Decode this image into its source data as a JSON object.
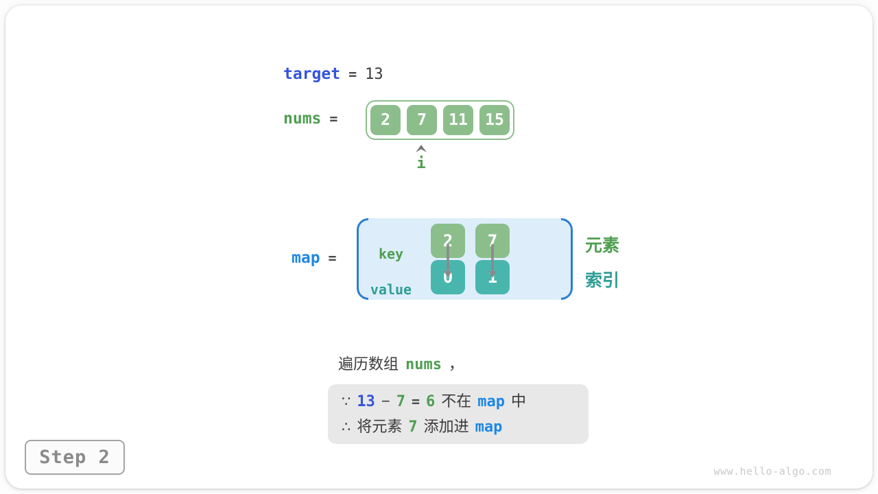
{
  "colors": {
    "green_box": "#8cbe8c",
    "green_text": "#4e9e50",
    "teal_box": "#49b6ae",
    "teal_text": "#2f9e96",
    "blue_code": "#1e88e5",
    "indigo_code": "#3453dd",
    "map_container_bg": "#ddeefa",
    "bracket_blue": "#2a7fd0",
    "note_bg": "#e8e8e8",
    "arrow_gray": "#8a8a8a"
  },
  "target_row": {
    "label": "target",
    "equals": "=",
    "value": "13"
  },
  "nums_row": {
    "label": "nums",
    "equals": "=",
    "cells": [
      "2",
      "7",
      "11",
      "15"
    ],
    "pointer_label": "i",
    "pointer_index": 1
  },
  "map_row": {
    "label": "map",
    "equals": "=",
    "key_label": "key",
    "value_label": "value",
    "entries": [
      {
        "key": "2",
        "value": "0"
      },
      {
        "key": "7",
        "value": "1"
      }
    ],
    "legend_element": "元素",
    "legend_index": "索引"
  },
  "caption": {
    "text_before": "遍历数组",
    "code": "nums",
    "text_after": "，"
  },
  "note": {
    "line1": {
      "symbol": "∵",
      "minuend": "13",
      "minus": "−",
      "subtrahend": "7",
      "equals": "=",
      "difference": "6",
      "text_mid": "不在",
      "code": "map",
      "text_end": "中"
    },
    "line2": {
      "symbol": "∴",
      "text_start": "将元素",
      "value": "7",
      "text_mid": "添加进",
      "code": "map"
    }
  },
  "step_badge": "Step 2",
  "watermark": "www.hello-algo.com"
}
